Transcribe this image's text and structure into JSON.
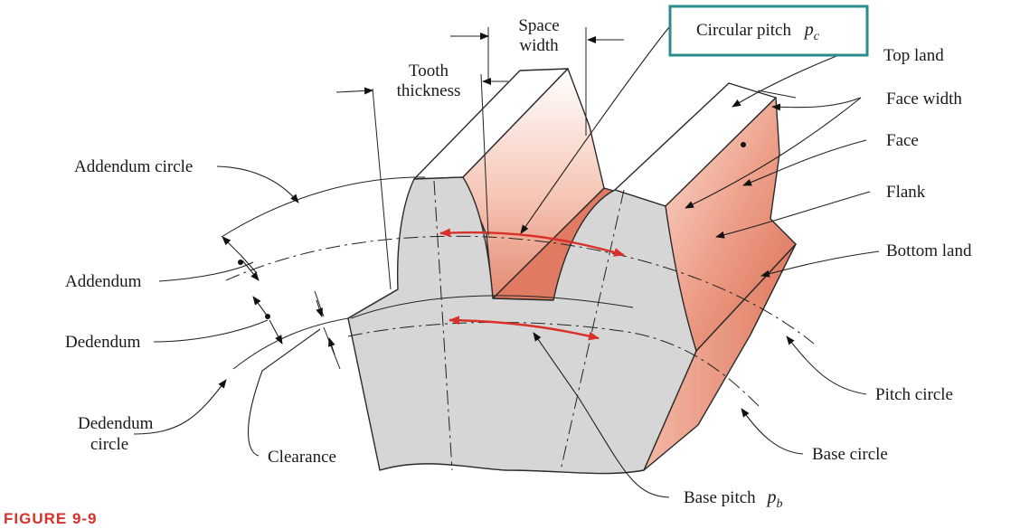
{
  "labels": {
    "space_width": [
      "Space",
      "width"
    ],
    "circular_pitch": "Circular pitch",
    "circular_pitch_symbol": "p",
    "circular_pitch_sub": "c",
    "top_land": "Top land",
    "tooth_thickness": [
      "Tooth",
      "thickness"
    ],
    "face_width": "Face width",
    "face": "Face",
    "flank": "Flank",
    "addendum_circle": "Addendum circle",
    "bottom_land": "Bottom land",
    "addendum": "Addendum",
    "dedendum": "Dedendum",
    "pitch_circle": "Pitch circle",
    "dedendum_circle": [
      "Dedendum",
      "circle"
    ],
    "clearance": "Clearance",
    "base_circle": "Base circle",
    "base_pitch": "Base pitch",
    "base_pitch_symbol": "p",
    "base_pitch_sub": "b"
  },
  "figure_caption": "FIGURE 9-9",
  "colors": {
    "tooth_face_gray": "#d6d6d6",
    "flank_red": "#e9907a",
    "highlight_box": "#2a8c8c",
    "pitch_arrow": "#d9302a",
    "caption": "#d9302a"
  }
}
